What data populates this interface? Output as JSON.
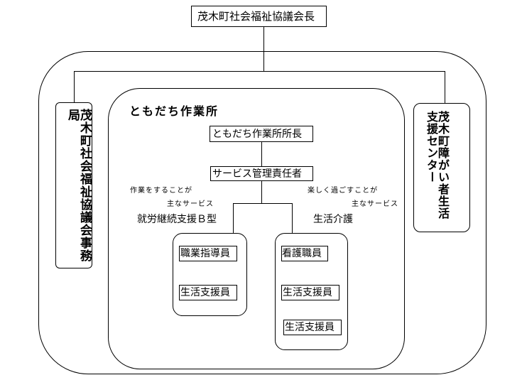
{
  "chairman": "茂木町社会福祉協議会長",
  "council_office": "茂木町社会福祉協議会事務局",
  "support_center": "茂木町障がい者生活支援センター",
  "workplace": {
    "title": "ともだち作業所",
    "director": "ともだち作業所所長",
    "service_manager": "サービス管理責任者",
    "left_note_line1": "作業をすることが",
    "left_note_line2": "主なサービス",
    "left_service": "就労継続支援Ｂ型",
    "right_note_line1": "楽しく過ごすことが",
    "right_note_line2": "主なサービス",
    "right_service": "生活介護",
    "left_staff": [
      "職業指導員",
      "生活支援員"
    ],
    "right_staff": [
      "看護職員",
      "生活支援員",
      "生活支援員"
    ]
  }
}
